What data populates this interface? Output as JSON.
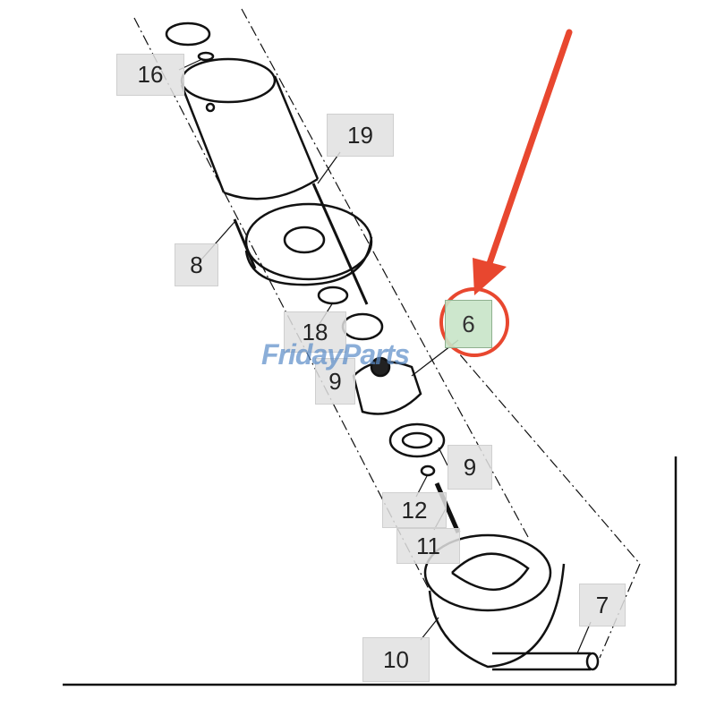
{
  "watermark": "FridayParts",
  "highlight_color": "#e8472f",
  "highlighted_part": "6",
  "callouts": [
    {
      "id": "16",
      "label": "16"
    },
    {
      "id": "19",
      "label": "19"
    },
    {
      "id": "8",
      "label": "8"
    },
    {
      "id": "18",
      "label": "18"
    },
    {
      "id": "6",
      "label": "6"
    },
    {
      "id": "9a",
      "label": "9"
    },
    {
      "id": "9b",
      "label": "9"
    },
    {
      "id": "12",
      "label": "12"
    },
    {
      "id": "11",
      "label": "11"
    },
    {
      "id": "10",
      "label": "10"
    },
    {
      "id": "7",
      "label": "7"
    }
  ]
}
